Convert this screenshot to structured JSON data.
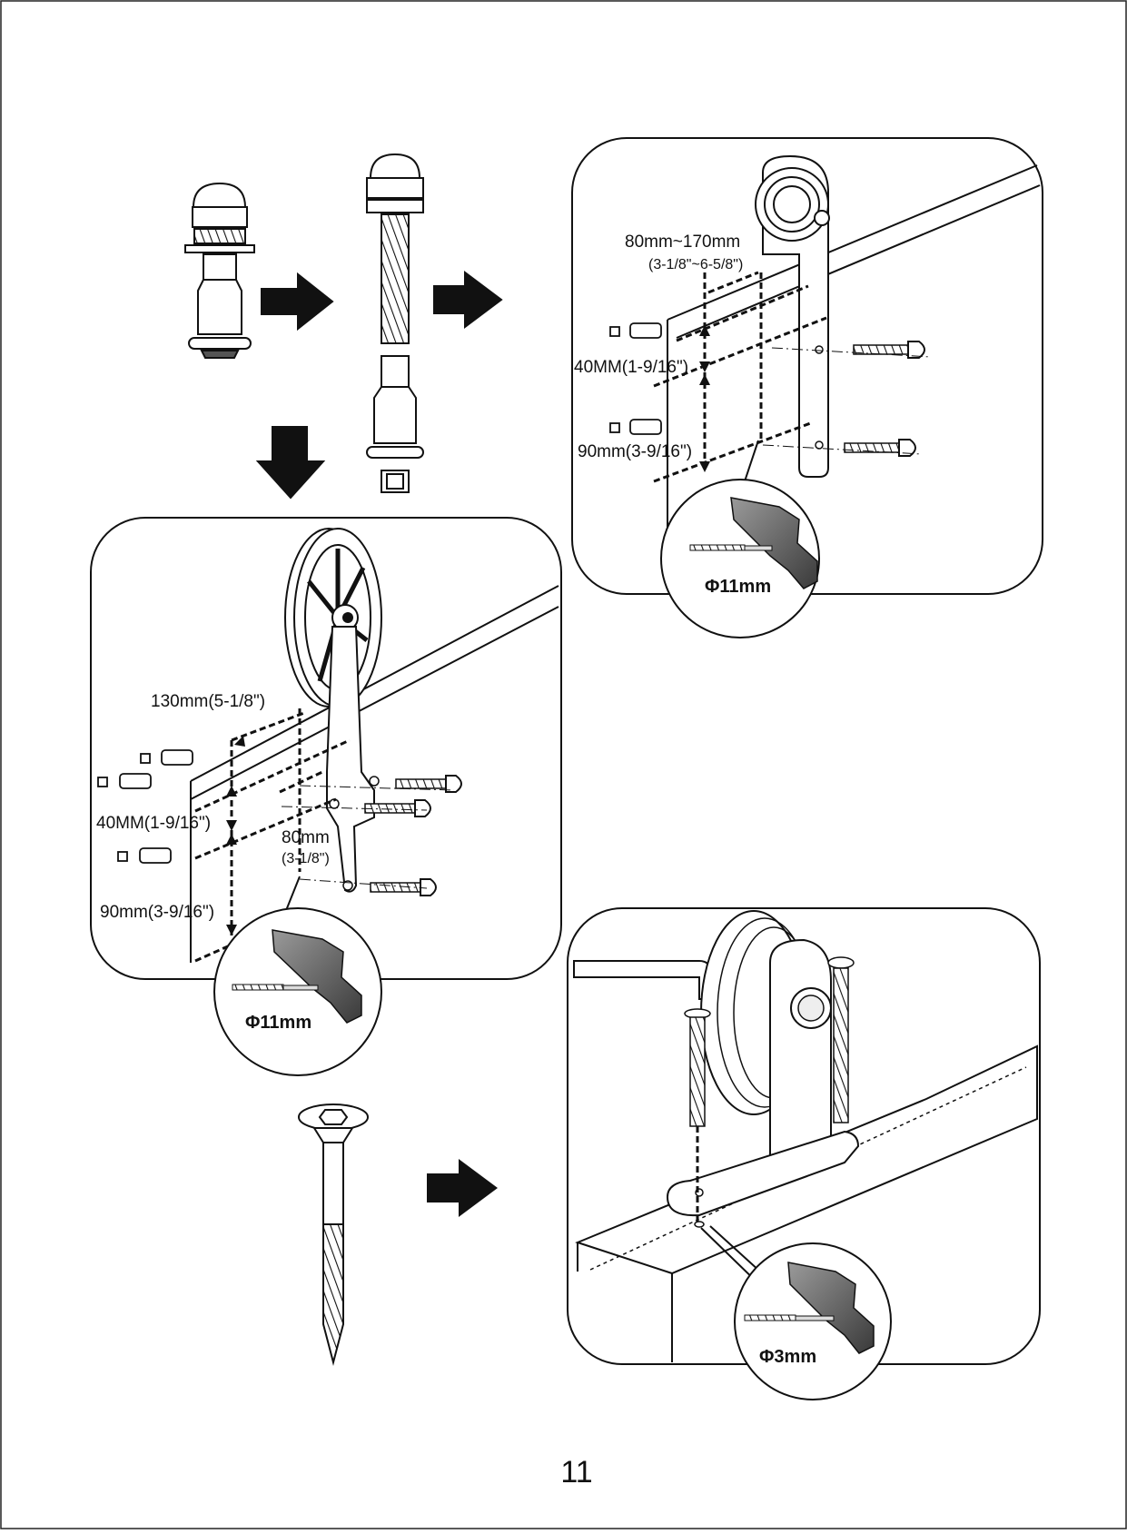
{
  "page_number": "11",
  "panel_a": {
    "spacing": "80mm~170mm",
    "spacing_in": "(3-1/8\"~6-5/8\")",
    "top_gap": "40MM(1-9/16\")",
    "bottom_gap": "90mm(3-9/16\")",
    "drill_size": "Φ11mm"
  },
  "panel_b": {
    "spacing": "130mm(5-1/8\")",
    "top_gap": "40MM(1-9/16\")",
    "offset": "80mm",
    "offset_in": "(3-1/8\")",
    "bottom_gap": "90mm(3-9/16\")",
    "drill_size": "Φ11mm"
  },
  "panel_c": {
    "drill_size": "Φ3mm"
  }
}
